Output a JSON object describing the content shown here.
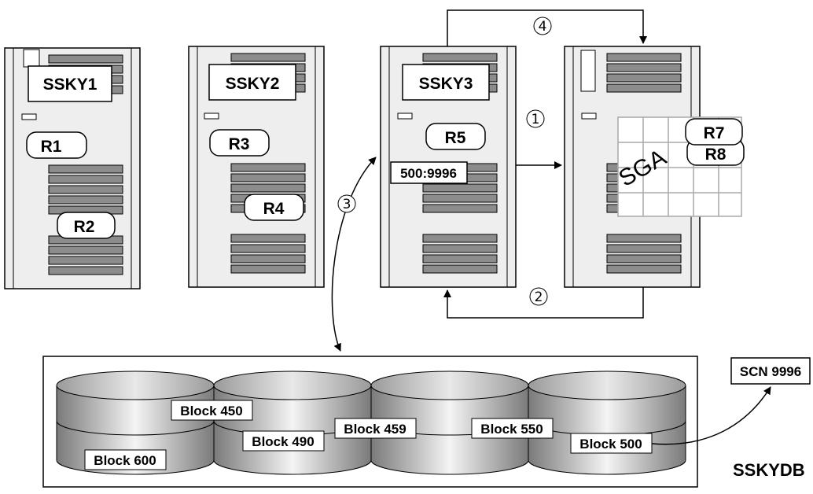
{
  "servers": [
    {
      "name": "SSKY1",
      "regions": [
        "R1",
        "R2"
      ]
    },
    {
      "name": "SSKY2",
      "regions": [
        "R3",
        "R4"
      ]
    },
    {
      "name": "SSKY3",
      "regions": [
        "R5"
      ],
      "buffer_label": "500:9996"
    },
    {
      "name": "",
      "regions": [
        "R7",
        "R8"
      ],
      "sga_label": "SGA"
    }
  ],
  "steps": [
    "1",
    "2",
    "3",
    "4"
  ],
  "storage": {
    "name": "SSKYDB",
    "blocks": [
      "Block 450",
      "Block 490",
      "Block 459",
      "Block 550",
      "Block 500",
      "Block 600"
    ],
    "scn_label": "SCN 9996"
  },
  "colors": {
    "tower_fill": "#eeeeee",
    "tower_stripe": "#cfcfcf",
    "slot_fill": "#8c8c8c",
    "disk_dark": "#7a7a7a",
    "disk_light": "#f4f4f4",
    "sga_grid": "#a8a8a8",
    "line": "#000000"
  }
}
